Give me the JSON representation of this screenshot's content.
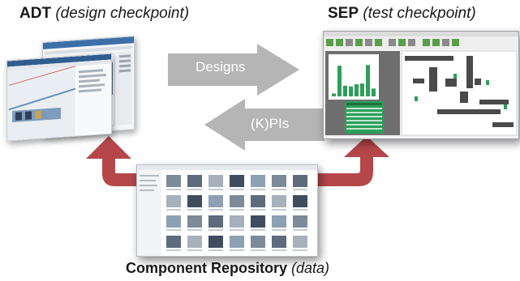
{
  "labels": {
    "adt_title": "ADT",
    "adt_subtitle": "(design checkpoint)",
    "sep_title": "SEP",
    "sep_subtitle": "(test checkpoint)",
    "repo_title": "Component Repository",
    "repo_subtitle": "(data)"
  },
  "arrows": {
    "designs": "Designs",
    "kpis": "(K)PIs"
  },
  "colors": {
    "gray_arrow": "#b5b5b5",
    "red_arrow": "#b5474a",
    "sep_green": "#2e9e5b"
  },
  "screens": {
    "sep_window": {
      "bar_chart_values": [
        8,
        86,
        30,
        28,
        34,
        36,
        88,
        22
      ]
    }
  }
}
